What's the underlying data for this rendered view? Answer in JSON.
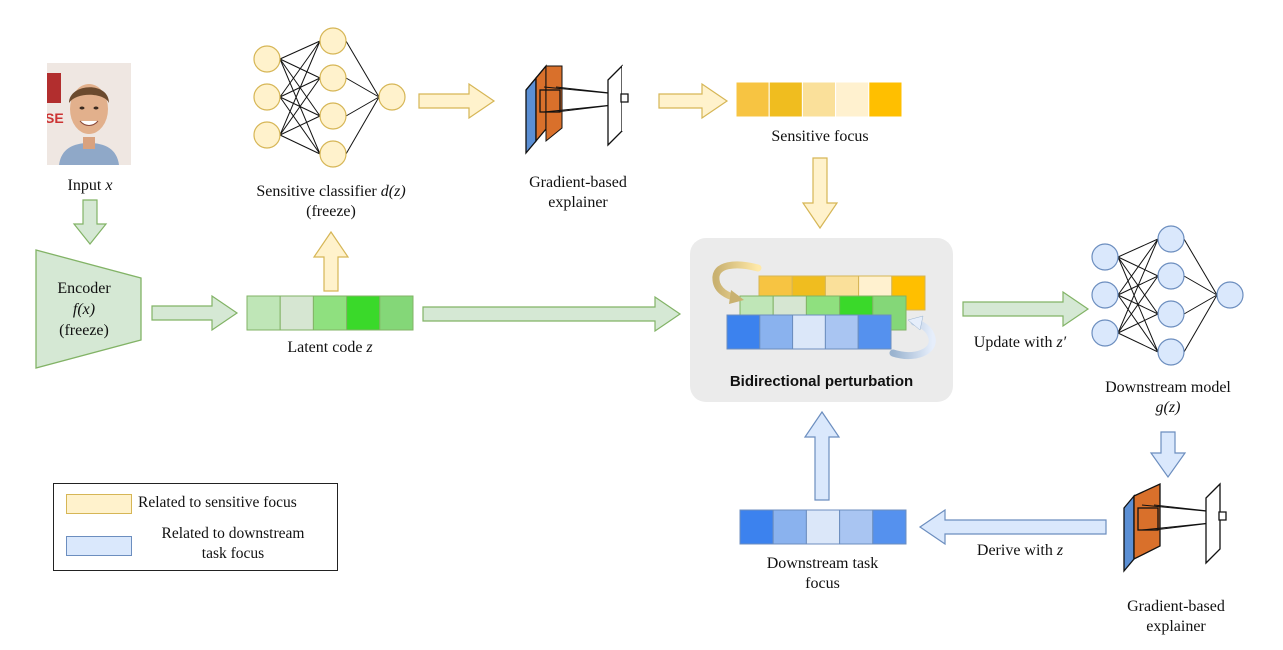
{
  "labels": {
    "input": "Input",
    "input_var": "x",
    "encoder": "Encoder",
    "encoder_fn": "f(x)",
    "encoder_freeze": "(freeze)",
    "latent_code": "Latent code",
    "latent_var": "z",
    "sensitive_classifier": "Sensitive classifier",
    "sensitive_classifier_fn": "d(z)",
    "sensitive_classifier_freeze": "(freeze)",
    "explainer_top_line1": "Gradient-based",
    "explainer_top_line2": "explainer",
    "sensitive_focus": "Sensitive focus",
    "bidirectional": "Bidirectional perturbation",
    "update_with": "Update with",
    "update_var": "z′",
    "downstream_model": "Downstream model",
    "downstream_model_fn": "g(z)",
    "explainer_bottom_line1": "Gradient-based",
    "explainer_bottom_line2": "explainer",
    "derive_with": "Derive with",
    "derive_var": "z",
    "downstream_focus_line1": "Downstream task",
    "downstream_focus_line2": "focus"
  },
  "legend": {
    "sensitive": "Related to sensitive focus",
    "downstream_line1": "Related to downstream",
    "downstream_line2": "task focus"
  },
  "colors": {
    "yellow_fill": "#fff2cc",
    "yellow_stroke": "#d6b656",
    "green_fill": "#d5e8d4",
    "green_stroke": "#82b366",
    "blue_fill": "#dae8fc",
    "blue_stroke": "#6c8ebf",
    "sensitive_cells": [
      "#f7c442",
      "#f0bd1f",
      "#fae09a",
      "#fff1cf",
      "#ffbf00"
    ],
    "latent_cells": [
      "#bfe6b7",
      "#d6e6d2",
      "#8fe07f",
      "#3ad92a",
      "#84d778"
    ],
    "downstream_cells": [
      "#3c82ee",
      "#8ab2ee",
      "#dbe7f9",
      "#a9c5f2",
      "#5591ee"
    ]
  }
}
